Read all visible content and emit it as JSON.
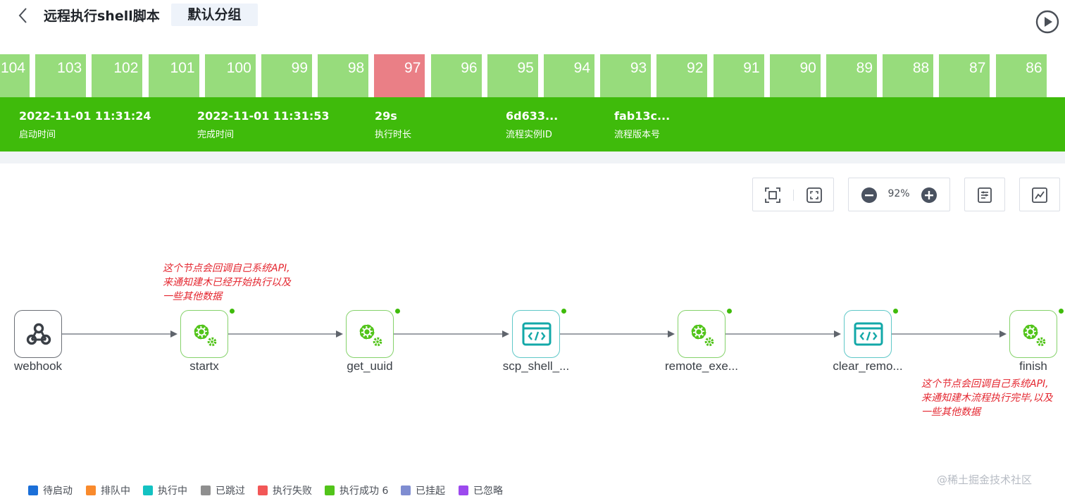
{
  "header": {
    "title": "远程执行shell脚本",
    "group": "默认分组"
  },
  "builds": [
    {
      "number": "104",
      "status": "success"
    },
    {
      "number": "103",
      "status": "success"
    },
    {
      "number": "102",
      "status": "success"
    },
    {
      "number": "101",
      "status": "success"
    },
    {
      "number": "100",
      "status": "success"
    },
    {
      "number": "99",
      "status": "success"
    },
    {
      "number": "98",
      "status": "success"
    },
    {
      "number": "97",
      "status": "failed"
    },
    {
      "number": "96",
      "status": "success"
    },
    {
      "number": "95",
      "status": "success"
    },
    {
      "number": "94",
      "status": "success"
    },
    {
      "number": "93",
      "status": "success"
    },
    {
      "number": "92",
      "status": "success"
    },
    {
      "number": "91",
      "status": "success"
    },
    {
      "number": "90",
      "status": "success"
    },
    {
      "number": "89",
      "status": "success"
    },
    {
      "number": "88",
      "status": "success"
    },
    {
      "number": "87",
      "status": "success"
    },
    {
      "number": "86",
      "status": "success"
    }
  ],
  "info": {
    "start_time": {
      "value": "2022-11-01 11:31:24",
      "label": "启动时间"
    },
    "end_time": {
      "value": "2022-11-01 11:31:53",
      "label": "完成时间"
    },
    "duration": {
      "value": "29s",
      "label": "执行时长"
    },
    "instance_id": {
      "value": "6d633...",
      "label": "流程实例ID"
    },
    "version": {
      "value": "fab13c...",
      "label": "流程版本号"
    }
  },
  "toolbar": {
    "zoom": "92%"
  },
  "nodes": [
    {
      "label": "webhook",
      "type": "webhook-icon",
      "status": "none"
    },
    {
      "label": "startx",
      "type": "gear-icon",
      "status": "success"
    },
    {
      "label": "get_uuid",
      "type": "gear-icon",
      "status": "success"
    },
    {
      "label": "scp_shell_...",
      "type": "code-icon",
      "status": "success"
    },
    {
      "label": "remote_exe...",
      "type": "gear-icon",
      "status": "success"
    },
    {
      "label": "clear_remo...",
      "type": "code-icon",
      "status": "success"
    },
    {
      "label": "finish",
      "type": "gear-icon",
      "status": "success"
    }
  ],
  "notes": {
    "start_note": "这个节点会回调自己系统API,\n来通知建木已经开始执行以及\n一些其他数据",
    "finish_note": "这个节点会回调自己系统API,\n来通知建木流程执行完毕,以及\n一些其他数据"
  },
  "legend": [
    {
      "label": "待启动",
      "color": "#1b6fd8"
    },
    {
      "label": "排队中",
      "color": "#f98a2c"
    },
    {
      "label": "执行中",
      "color": "#13c2c2"
    },
    {
      "label": "已跳过",
      "color": "#8f8f8f"
    },
    {
      "label": "执行失败",
      "color": "#f25757"
    },
    {
      "label": "执行成功 6",
      "color": "#52c41a"
    },
    {
      "label": "已挂起",
      "color": "#7f8dd1"
    },
    {
      "label": "已忽略",
      "color": "#9c49ee"
    }
  ],
  "watermark": "@稀土掘金技术社区",
  "colors": {
    "success": "#97dc7c",
    "failed": "#ea7f86",
    "band": "#3fbb0b"
  }
}
